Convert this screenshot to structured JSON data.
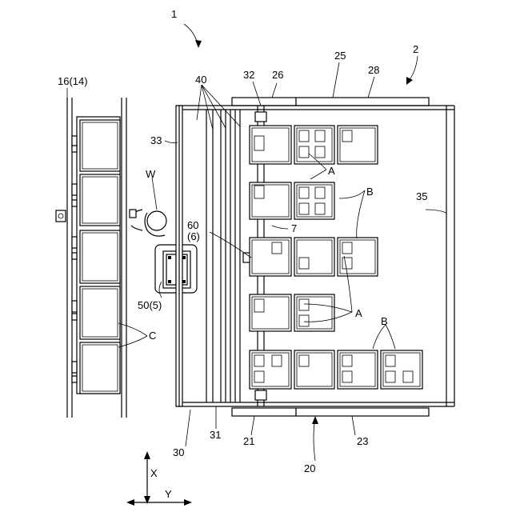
{
  "labels": {
    "fig": "1",
    "conveyor": "16(14)",
    "worker": "W",
    "frame33": "33",
    "belts40": "40",
    "rail32": "32",
    "r26": "26",
    "r25": "25",
    "r28": "28",
    "sys2": "2",
    "r35": "35",
    "a1": "A",
    "b1": "B",
    "unit60": "60",
    "unit6": "(6)",
    "arm7": "7",
    "op50": "50(5)",
    "a2": "A",
    "b2": "B",
    "c": "C",
    "r30": "30",
    "r31": "31",
    "r21": "21",
    "r23": "23",
    "r20": "20",
    "axis_x": "X",
    "axis_y": "Y"
  }
}
